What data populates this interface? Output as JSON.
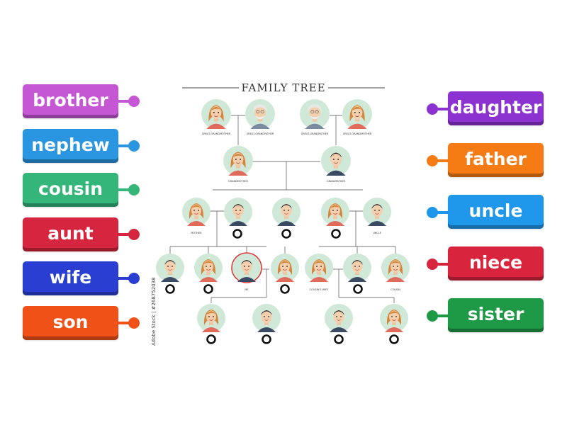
{
  "left_cards": [
    {
      "label": "brother",
      "color": "#c657d4",
      "pin": "#c657d4"
    },
    {
      "label": "nephew",
      "color": "#2a95e0",
      "pin": "#2a95e0"
    },
    {
      "label": "cousin",
      "color": "#34b57a",
      "pin": "#34b57a"
    },
    {
      "label": "aunt",
      "color": "#d6253e",
      "pin": "#d6253e"
    },
    {
      "label": "wife",
      "color": "#2a3fd1",
      "pin": "#2a3fd1"
    },
    {
      "label": "son",
      "color": "#f05117",
      "pin": "#f05117"
    }
  ],
  "right_cards": [
    {
      "label": "daughter",
      "color": "#8b32d1",
      "pin": "#8b32d1"
    },
    {
      "label": "father",
      "color": "#f57c14",
      "pin": "#f57c14"
    },
    {
      "label": "uncle",
      "color": "#1f97ea",
      "pin": "#1f97ea"
    },
    {
      "label": "niece",
      "color": "#d8243c",
      "pin": "#d8243c"
    },
    {
      "label": "sister",
      "color": "#1e9a46",
      "pin": "#1e9a46"
    }
  ],
  "tree": {
    "title": "FAMILY TREE",
    "watermark": "Adobe Stock | #268752038",
    "labels": {
      "ggm1": "GREAT-GRANDMOTHER",
      "ggf1": "GREAT-GRANDFATHER",
      "ggf2": "GREAT-GRANDFATHER",
      "ggm2": "GREAT-GRANDMOTHER",
      "gm": "GRANDMOTHER",
      "gf": "GRANDFATHER",
      "mother": "MOTHER",
      "uncle": "UNCLE",
      "me": "ME",
      "cousinwife": "COUSIN'S WIFE",
      "cousin": "COUSIN"
    }
  }
}
